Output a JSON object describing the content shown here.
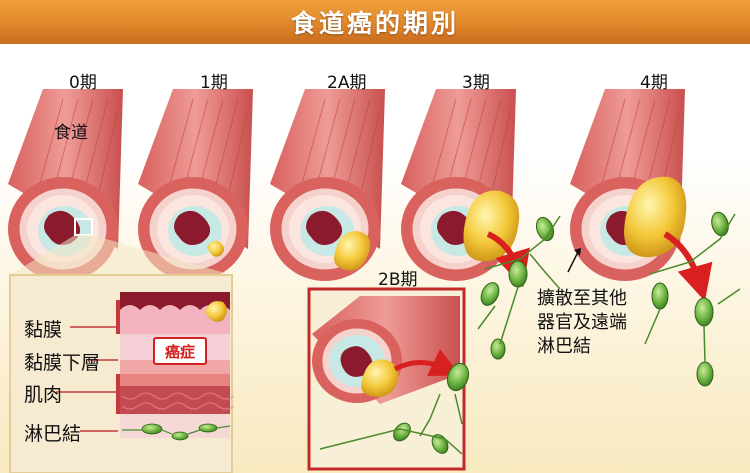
{
  "title": "食道癌的期別",
  "stages": [
    "0期",
    "1期",
    "2A期",
    "3期",
    "4期"
  ],
  "stage_2b": "2B期",
  "esophagus_label": "食道",
  "cancer_label": "癌症",
  "layers": [
    "黏膜",
    "黏膜下層",
    "肌肉",
    "淋巴結"
  ],
  "spread_note": [
    "擴散至其他",
    "器官及遠端",
    "淋巴結"
  ],
  "colors": {
    "title_bar": "#e2862a",
    "background_band": "#fbf3da",
    "tube_outer": "#e88a88",
    "tumor": "#f4c93a",
    "arrow": "#d92020",
    "lymph": "#6bb23f"
  }
}
